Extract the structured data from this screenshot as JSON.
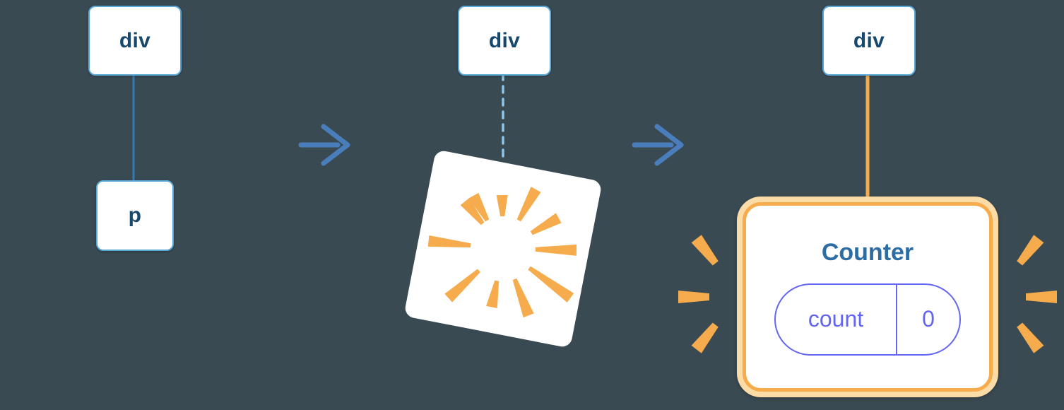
{
  "diagram": {
    "description": "React re-render diagram: div>p tree, old node destroyed (poof), new Counter component mounted under div",
    "before": {
      "parent_tag": "div",
      "child_tag": "p"
    },
    "during": {
      "parent_tag": "div"
    },
    "after": {
      "parent_tag": "div",
      "component_name": "Counter",
      "state_key": "count",
      "state_value": "0"
    }
  },
  "colors": {
    "background": "#3a4a52",
    "node_border": "#58a7d7",
    "node_text": "#17496d",
    "edge_blue": "#3579b5",
    "edge_dashed_blue": "#8fc3e8",
    "arrow_blue": "#4a7dbc",
    "orange": "#f6ab4c",
    "orange_light": "#fcdca6",
    "component_title_blue": "#2e6da4",
    "state_indigo": "#6366f1"
  }
}
